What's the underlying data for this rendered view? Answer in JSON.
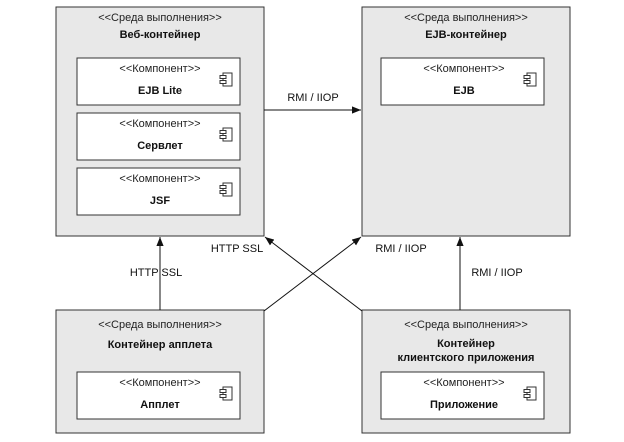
{
  "nodes": {
    "web": {
      "stereotype": "<<Среда выполнения>>",
      "title": "Веб-контейнер",
      "components": [
        {
          "stereotype": "<<Компонент>>",
          "name": "EJB Lite"
        },
        {
          "stereotype": "<<Компонент>>",
          "name": "Сервлет"
        },
        {
          "stereotype": "<<Компонент>>",
          "name": "JSF"
        }
      ]
    },
    "ejb": {
      "stereotype": "<<Среда выполнения>>",
      "title": "EJB-контейнер",
      "components": [
        {
          "stereotype": "<<Компонент>>",
          "name": "EJB"
        }
      ]
    },
    "applet": {
      "stereotype": "<<Среда выполнения>>",
      "title": "Контейнер апплета",
      "components": [
        {
          "stereotype": "<<Компонент>>",
          "name": "Апплет"
        }
      ]
    },
    "client": {
      "stereotype": "<<Среда выполнения>>",
      "title_line1": "Контейнер",
      "title_line2": "клиентского приложения",
      "components": [
        {
          "stereotype": "<<Компонент>>",
          "name": "Приложение"
        }
      ]
    }
  },
  "connections": {
    "web_to_ejb": "RMI / IIOP",
    "applet_to_web": "HTTP  SSL",
    "client_to_web": "HTTP SSL",
    "applet_to_ejb": "RMI / IIOP",
    "client_to_ejb": "RMI / IIOP"
  }
}
